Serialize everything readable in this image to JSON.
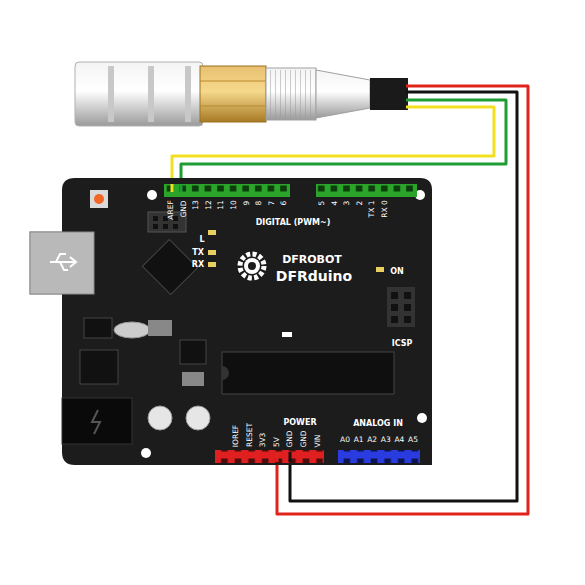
{
  "diagram": {
    "labels": [
      "AREF",
      "GND",
      "13",
      "12",
      "11",
      "10",
      "9",
      "8",
      "7",
      "6",
      "5",
      "4",
      "3",
      "2",
      "TX 1",
      "RX 0",
      "DIGITAL (PWM~)",
      "L",
      "TX",
      "RX",
      "DFROBOT",
      "DFRduino",
      "ON",
      "ICSP",
      "IOREF",
      "RESET",
      "3V3",
      "5V",
      "GND",
      "GND",
      "VIN",
      "POWER",
      "ANALOG IN",
      "A0",
      "A1",
      "A2",
      "A3",
      "A4",
      "A5"
    ]
  }
}
